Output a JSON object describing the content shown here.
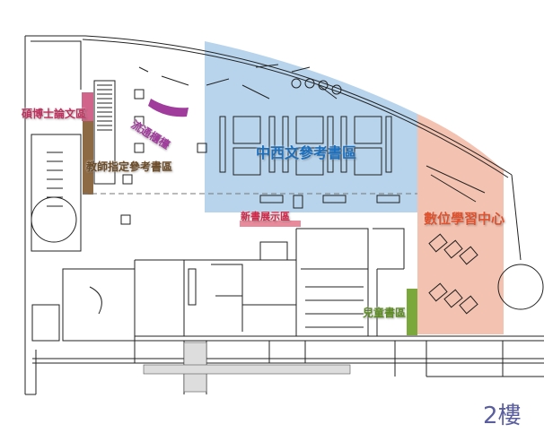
{
  "floor_label": "2樓",
  "zones": {
    "thesis": {
      "label": "碩博士論文區",
      "color": "#d0648a"
    },
    "circulation": {
      "label": "流通櫃檯",
      "color": "#a03c9c"
    },
    "reference": {
      "label": "中西文參考書區",
      "color": "#b8d4ec",
      "text_color": "#1a6fbf"
    },
    "teacher_reserve": {
      "label": "教師指定參考書區",
      "color": "#8d6a44",
      "text_color": "#6b4a26"
    },
    "new_books": {
      "label": "新書展示區",
      "color": "#e98a9c",
      "text_color": "#d0284a"
    },
    "digital_learning": {
      "label": "數位學習中心",
      "color": "#f4c2b0",
      "text_color": "#e3502a"
    },
    "children": {
      "label": "兒童書區",
      "color": "#7aa83a",
      "text_color": "#5c8a22"
    }
  }
}
